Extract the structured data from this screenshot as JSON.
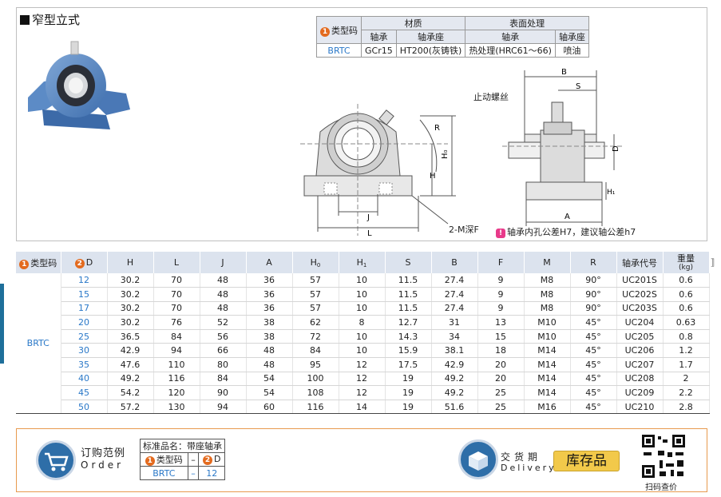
{
  "section_title": "窄型立式",
  "material_table": {
    "type_code_header": "类型码",
    "material_header": "材质",
    "surface_header": "表面处理",
    "sub_bearing": "轴承",
    "sub_housing": "轴承座",
    "type_code": "BRTC",
    "bearing_material": "GCr15",
    "housing_material": "HT200(灰铸铁)",
    "bearing_surface": "热处理(HRC61～66)",
    "housing_surface": "喷油"
  },
  "drawing_labels": {
    "set_screw": "止动螺丝",
    "mounting_holes": "2-M深F",
    "R": "R",
    "H0": "H₀",
    "H": "H",
    "J": "J",
    "L": "L",
    "B": "B",
    "S": "S",
    "A": "A",
    "H1": "H₁",
    "D": "D"
  },
  "tolerance_note": "轴承内孔公差H7，建议轴公差h7",
  "main_table": {
    "headers": [
      "类型码",
      "D",
      "H",
      "L",
      "J",
      "A",
      "H0",
      "H1",
      "S",
      "B",
      "F",
      "M",
      "R",
      "轴承代号",
      "重量"
    ],
    "weight_unit": "(kg)",
    "type_code": "BRTC",
    "rows": [
      [
        "12",
        "30.2",
        "70",
        "48",
        "36",
        "57",
        "10",
        "11.5",
        "27.4",
        "9",
        "M8",
        "90°",
        "UC201S",
        "0.6"
      ],
      [
        "15",
        "30.2",
        "70",
        "48",
        "36",
        "57",
        "10",
        "11.5",
        "27.4",
        "9",
        "M8",
        "90°",
        "UC202S",
        "0.6"
      ],
      [
        "17",
        "30.2",
        "70",
        "48",
        "36",
        "57",
        "10",
        "11.5",
        "27.4",
        "9",
        "M8",
        "90°",
        "UC203S",
        "0.6"
      ],
      [
        "20",
        "30.2",
        "76",
        "52",
        "38",
        "62",
        "8",
        "12.7",
        "31",
        "13",
        "M10",
        "45°",
        "UC204",
        "0.63"
      ],
      [
        "25",
        "36.5",
        "84",
        "56",
        "38",
        "72",
        "10",
        "14.3",
        "34",
        "15",
        "M10",
        "45°",
        "UC205",
        "0.8"
      ],
      [
        "30",
        "42.9",
        "94",
        "66",
        "48",
        "84",
        "10",
        "15.9",
        "38.1",
        "18",
        "M14",
        "45°",
        "UC206",
        "1.2"
      ],
      [
        "35",
        "47.6",
        "110",
        "80",
        "48",
        "95",
        "12",
        "17.5",
        "42.9",
        "20",
        "M14",
        "45°",
        "UC207",
        "1.7"
      ],
      [
        "40",
        "49.2",
        "116",
        "84",
        "54",
        "100",
        "12",
        "19",
        "49.2",
        "20",
        "M14",
        "45°",
        "UC208",
        "2"
      ],
      [
        "45",
        "54.2",
        "120",
        "90",
        "54",
        "108",
        "12",
        "19",
        "49.2",
        "25",
        "M14",
        "45°",
        "UC209",
        "2.2"
      ],
      [
        "50",
        "57.2",
        "130",
        "94",
        "60",
        "116",
        "14",
        "19",
        "51.6",
        "25",
        "M16",
        "45°",
        "UC210",
        "2.8"
      ]
    ]
  },
  "order": {
    "title_cn": "订购范例",
    "title_en": "Order",
    "standard_name": "标准品名：带座轴承",
    "type_code_label": "类型码",
    "dash": "–",
    "d_label": "D",
    "example_type": "BRTC",
    "example_d": "12"
  },
  "delivery": {
    "title_cn": "交货期",
    "title_en": "Delivery",
    "stock_label": "库存品",
    "qr_label": "扫码查价"
  },
  "colors": {
    "accent_blue": "#2a78c8",
    "number_badge": "#e36a1e",
    "header_bg": "#dce3ee",
    "stock_badge": "#f2c94a"
  }
}
